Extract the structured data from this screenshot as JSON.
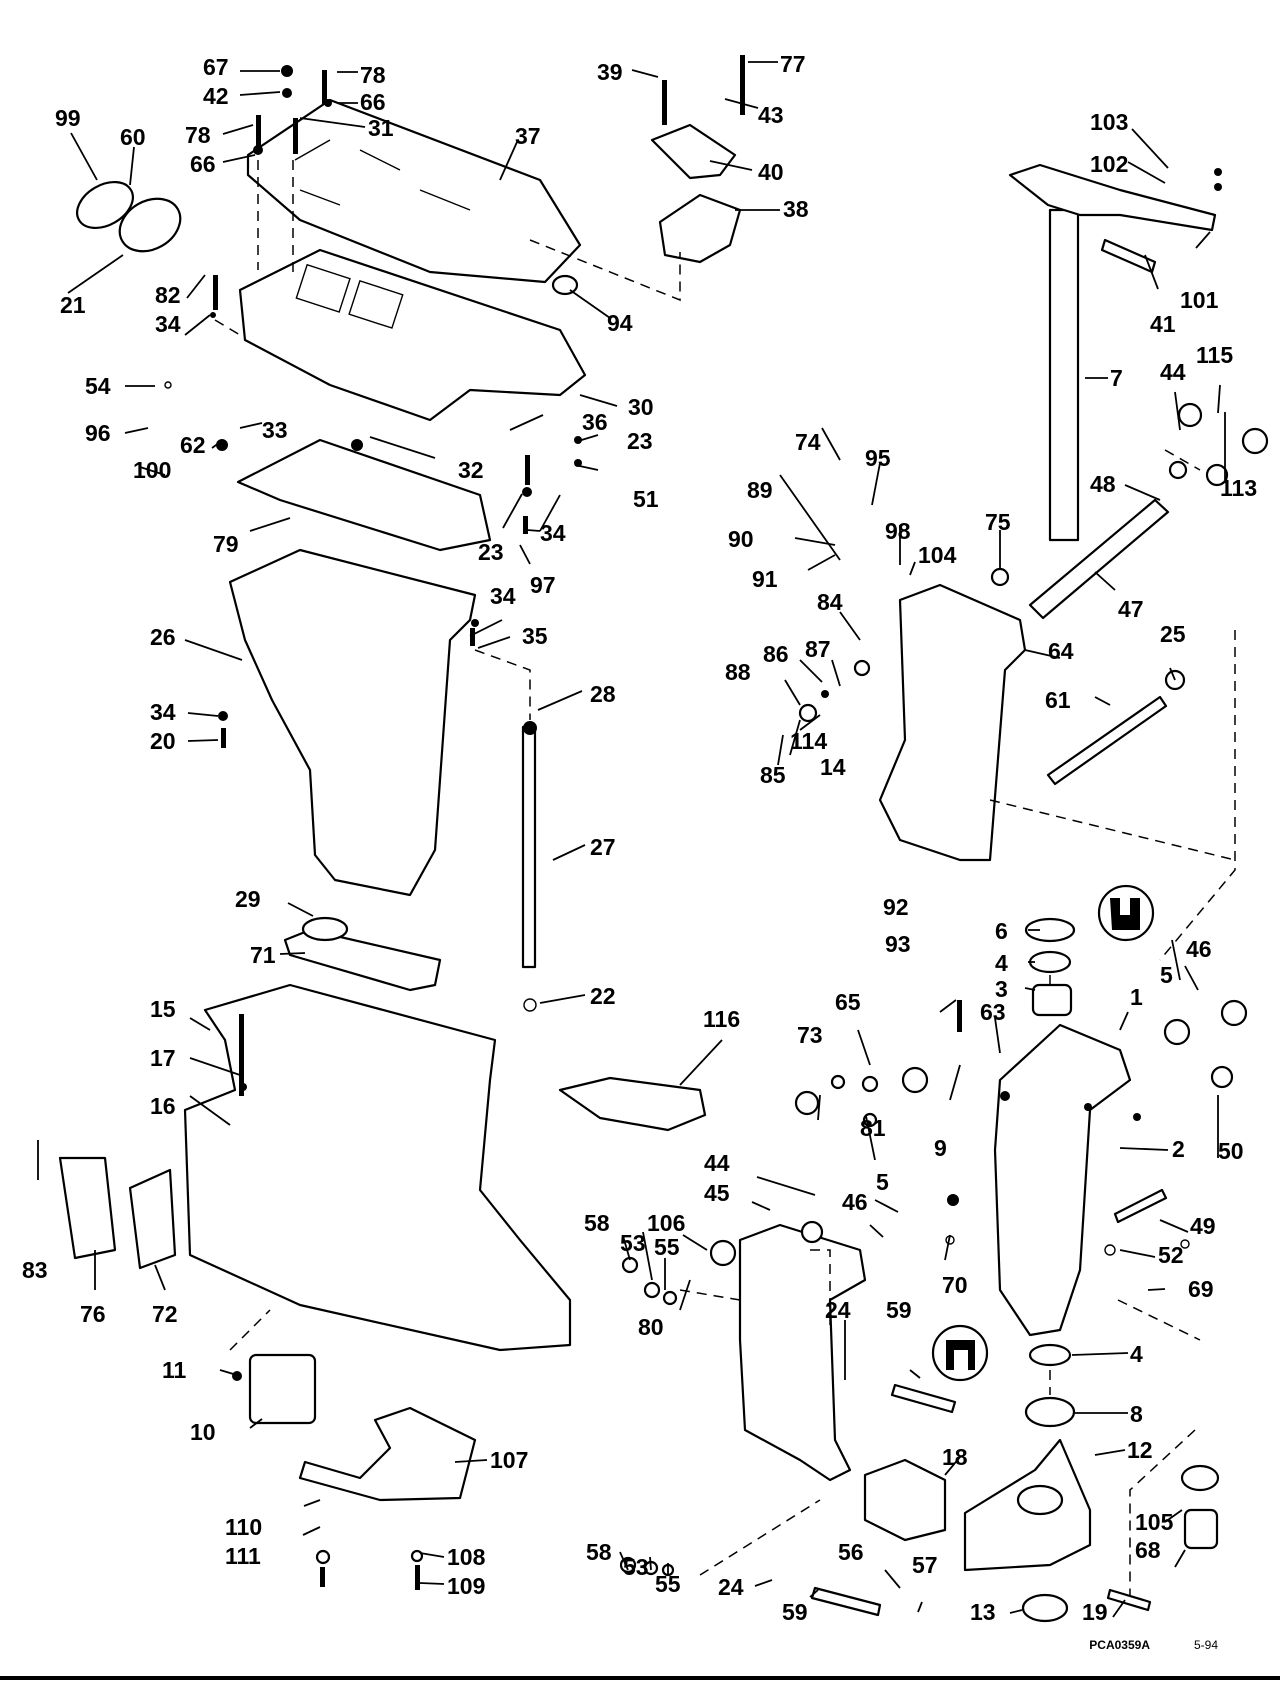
{
  "document": {
    "type": "exploded parts diagram",
    "drawing_code": "PCA0359A",
    "drawing_date": "5-94"
  },
  "callouts": [
    {
      "id": "c67",
      "label": "67"
    },
    {
      "id": "c42",
      "label": "42"
    },
    {
      "id": "c78a",
      "label": "78"
    },
    {
      "id": "c66a",
      "label": "66"
    },
    {
      "id": "c78b",
      "label": "78"
    },
    {
      "id": "c31",
      "label": "31"
    },
    {
      "id": "c66b",
      "label": "66"
    },
    {
      "id": "c37",
      "label": "37"
    },
    {
      "id": "c99",
      "label": "99"
    },
    {
      "id": "c60",
      "label": "60"
    },
    {
      "id": "c21",
      "label": "21"
    },
    {
      "id": "c82",
      "label": "82"
    },
    {
      "id": "c34a",
      "label": "34"
    },
    {
      "id": "c54",
      "label": "54"
    },
    {
      "id": "c96",
      "label": "96"
    },
    {
      "id": "c62",
      "label": "62"
    },
    {
      "id": "c33",
      "label": "33"
    },
    {
      "id": "c100",
      "label": "100"
    },
    {
      "id": "c32",
      "label": "32"
    },
    {
      "id": "c30",
      "label": "30"
    },
    {
      "id": "c36",
      "label": "36"
    },
    {
      "id": "c23a",
      "label": "23"
    },
    {
      "id": "c51",
      "label": "51"
    },
    {
      "id": "c23b",
      "label": "23"
    },
    {
      "id": "c34b",
      "label": "34"
    },
    {
      "id": "c97",
      "label": "97"
    },
    {
      "id": "c79",
      "label": "79"
    },
    {
      "id": "c94",
      "label": "94"
    },
    {
      "id": "c39",
      "label": "39"
    },
    {
      "id": "c77",
      "label": "77"
    },
    {
      "id": "c43",
      "label": "43"
    },
    {
      "id": "c40",
      "label": "40"
    },
    {
      "id": "c38",
      "label": "38"
    },
    {
      "id": "c103",
      "label": "103"
    },
    {
      "id": "c102",
      "label": "102"
    },
    {
      "id": "c101",
      "label": "101"
    },
    {
      "id": "c41",
      "label": "41"
    },
    {
      "id": "c7",
      "label": "7"
    },
    {
      "id": "c44a",
      "label": "44"
    },
    {
      "id": "c115",
      "label": "115"
    },
    {
      "id": "c113",
      "label": "113"
    },
    {
      "id": "c48",
      "label": "48"
    },
    {
      "id": "c74",
      "label": "74"
    },
    {
      "id": "c95",
      "label": "95"
    },
    {
      "id": "c89",
      "label": "89"
    },
    {
      "id": "c90",
      "label": "90"
    },
    {
      "id": "c91",
      "label": "91"
    },
    {
      "id": "c98",
      "label": "98"
    },
    {
      "id": "c104",
      "label": "104"
    },
    {
      "id": "c75",
      "label": "75"
    },
    {
      "id": "c47",
      "label": "47"
    },
    {
      "id": "c84",
      "label": "84"
    },
    {
      "id": "c87",
      "label": "87"
    },
    {
      "id": "c86",
      "label": "86"
    },
    {
      "id": "c88",
      "label": "88"
    },
    {
      "id": "c114",
      "label": "114"
    },
    {
      "id": "c85",
      "label": "85"
    },
    {
      "id": "c14",
      "label": "14"
    },
    {
      "id": "c64",
      "label": "64"
    },
    {
      "id": "c25",
      "label": "25"
    },
    {
      "id": "c61",
      "label": "61"
    },
    {
      "id": "c26",
      "label": "26"
    },
    {
      "id": "c34c",
      "label": "34"
    },
    {
      "id": "c35",
      "label": "35"
    },
    {
      "id": "c34d",
      "label": "34"
    },
    {
      "id": "c20",
      "label": "20"
    },
    {
      "id": "c28",
      "label": "28"
    },
    {
      "id": "c27",
      "label": "27"
    },
    {
      "id": "c29",
      "label": "29"
    },
    {
      "id": "c71",
      "label": "71"
    },
    {
      "id": "c22",
      "label": "22"
    },
    {
      "id": "c15",
      "label": "15"
    },
    {
      "id": "c17",
      "label": "17"
    },
    {
      "id": "c16",
      "label": "16"
    },
    {
      "id": "c83",
      "label": "83"
    },
    {
      "id": "c76",
      "label": "76"
    },
    {
      "id": "c72",
      "label": "72"
    },
    {
      "id": "c11",
      "label": "11"
    },
    {
      "id": "c10",
      "label": "10"
    },
    {
      "id": "c107",
      "label": "107"
    },
    {
      "id": "c110",
      "label": "110"
    },
    {
      "id": "c111",
      "label": "111"
    },
    {
      "id": "c108",
      "label": "108"
    },
    {
      "id": "c109",
      "label": "109"
    },
    {
      "id": "c116",
      "label": "116"
    },
    {
      "id": "c65",
      "label": "65"
    },
    {
      "id": "c73",
      "label": "73"
    },
    {
      "id": "c81",
      "label": "81"
    },
    {
      "id": "c92",
      "label": "92"
    },
    {
      "id": "c93",
      "label": "93"
    },
    {
      "id": "c6",
      "label": "6"
    },
    {
      "id": "c4a",
      "label": "4"
    },
    {
      "id": "c3",
      "label": "3"
    },
    {
      "id": "c46a",
      "label": "46"
    },
    {
      "id": "c5a",
      "label": "5"
    },
    {
      "id": "c1",
      "label": "1"
    },
    {
      "id": "c63",
      "label": "63"
    },
    {
      "id": "c9",
      "label": "9"
    },
    {
      "id": "c2",
      "label": "2"
    },
    {
      "id": "c50",
      "label": "50"
    },
    {
      "id": "c44b",
      "label": "44"
    },
    {
      "id": "c45",
      "label": "45"
    },
    {
      "id": "c5b",
      "label": "5"
    },
    {
      "id": "c46b",
      "label": "46"
    },
    {
      "id": "c70",
      "label": "70"
    },
    {
      "id": "c49",
      "label": "49"
    },
    {
      "id": "c52",
      "label": "52"
    },
    {
      "id": "c69",
      "label": "69"
    },
    {
      "id": "c58a",
      "label": "58"
    },
    {
      "id": "c53a",
      "label": "53"
    },
    {
      "id": "c106",
      "label": "106"
    },
    {
      "id": "c55a",
      "label": "55"
    },
    {
      "id": "c80",
      "label": "80"
    },
    {
      "id": "c24a",
      "label": "24"
    },
    {
      "id": "c59a",
      "label": "59"
    },
    {
      "id": "c4b",
      "label": "4"
    },
    {
      "id": "c8",
      "label": "8"
    },
    {
      "id": "c18",
      "label": "18"
    },
    {
      "id": "c12",
      "label": "12"
    },
    {
      "id": "c105",
      "label": "105"
    },
    {
      "id": "c68",
      "label": "68"
    },
    {
      "id": "c58b",
      "label": "58"
    },
    {
      "id": "c53b",
      "label": "53"
    },
    {
      "id": "c55b",
      "label": "55"
    },
    {
      "id": "c24b",
      "label": "24"
    },
    {
      "id": "c59b",
      "label": "59"
    },
    {
      "id": "c56",
      "label": "56"
    },
    {
      "id": "c57",
      "label": "57"
    },
    {
      "id": "c13",
      "label": "13"
    },
    {
      "id": "c19",
      "label": "19"
    }
  ]
}
